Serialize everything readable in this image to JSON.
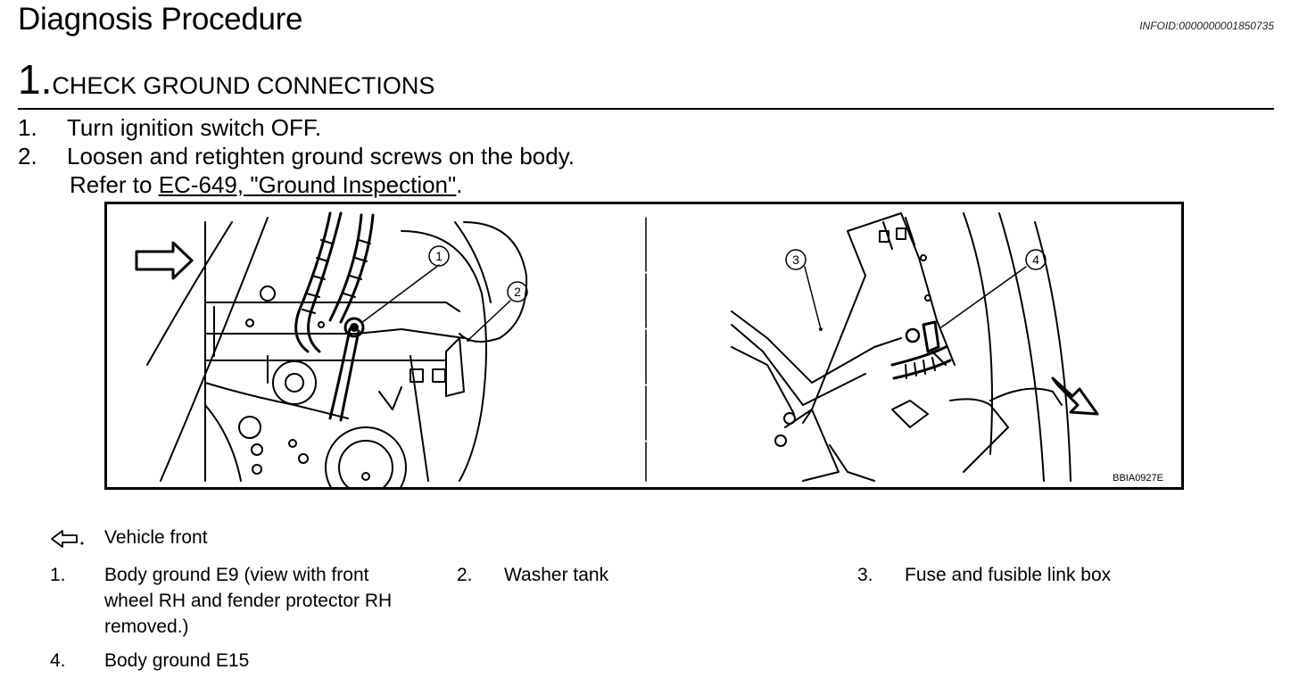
{
  "header": {
    "title": "Diagnosis Procedure",
    "info_id": "INFOID:0000000001850735"
  },
  "step": {
    "number": "1.",
    "title": "CHECK GROUND CONNECTIONS"
  },
  "instructions": [
    {
      "num": "1.",
      "text": "Turn ignition switch OFF."
    },
    {
      "num": "2.",
      "text": "Loosen and retighten ground screws on the body."
    }
  ],
  "reference": {
    "prefix": "Refer to ",
    "link": "EC-649, \"Ground Inspection\"",
    "suffix": "."
  },
  "figure": {
    "code": "BBIA0927E",
    "callouts": [
      "1",
      "2",
      "3",
      "4"
    ]
  },
  "legend": {
    "front_label": "Vehicle front",
    "items": [
      {
        "num": "1.",
        "lines": [
          "Body ground E9 (view with front",
          "wheel RH and fender protector RH",
          "removed.)"
        ]
      },
      {
        "num": "2.",
        "lines": [
          "Washer tank"
        ]
      },
      {
        "num": "3.",
        "lines": [
          "Fuse and fusible link box"
        ]
      },
      {
        "num": "4.",
        "lines": [
          "Body ground E15"
        ]
      }
    ]
  }
}
